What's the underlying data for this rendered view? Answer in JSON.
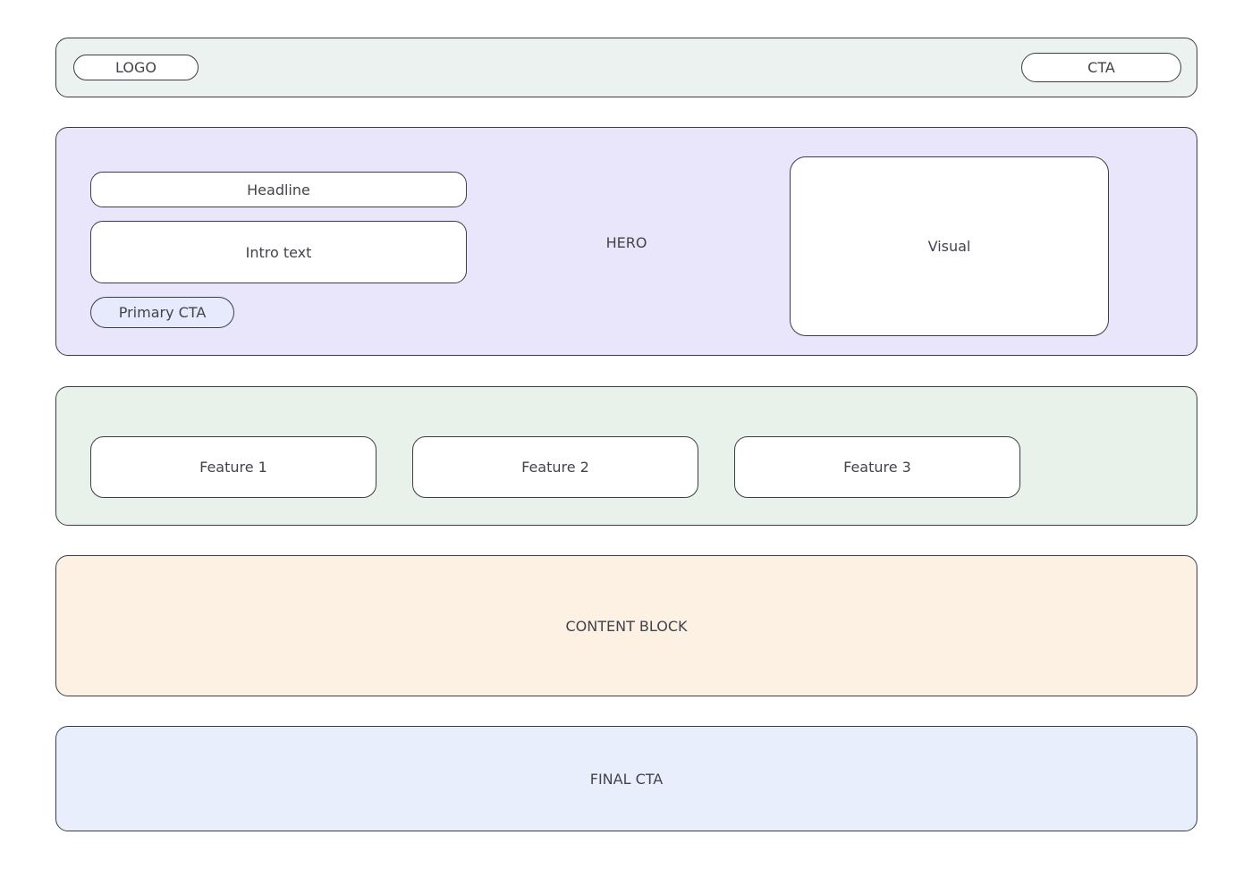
{
  "colors": {
    "border": "#3a3f47",
    "text": "#43434b",
    "page_bg": "#ffffff",
    "header_bg": "#ebf2ef",
    "hero_bg": "#e9e6fb",
    "hero_cta_bg": "#e6eafc",
    "features_bg": "#e8f2ea",
    "content_bg": "#fdf1e3",
    "final_bg": "#e8eefc",
    "card_bg": "#ffffff"
  },
  "header": {
    "logo_label": "LOGO",
    "cta_label": "CTA"
  },
  "hero": {
    "section_label": "HERO",
    "headline_label": "Headline",
    "intro_label": "Intro text",
    "primary_cta_label": "Primary CTA",
    "visual_label": "Visual"
  },
  "features": {
    "items": [
      {
        "label": "Feature 1"
      },
      {
        "label": "Feature 2"
      },
      {
        "label": "Feature 3"
      }
    ]
  },
  "content_block": {
    "label": "CONTENT BLOCK"
  },
  "final_cta": {
    "label": "FINAL CTA"
  }
}
